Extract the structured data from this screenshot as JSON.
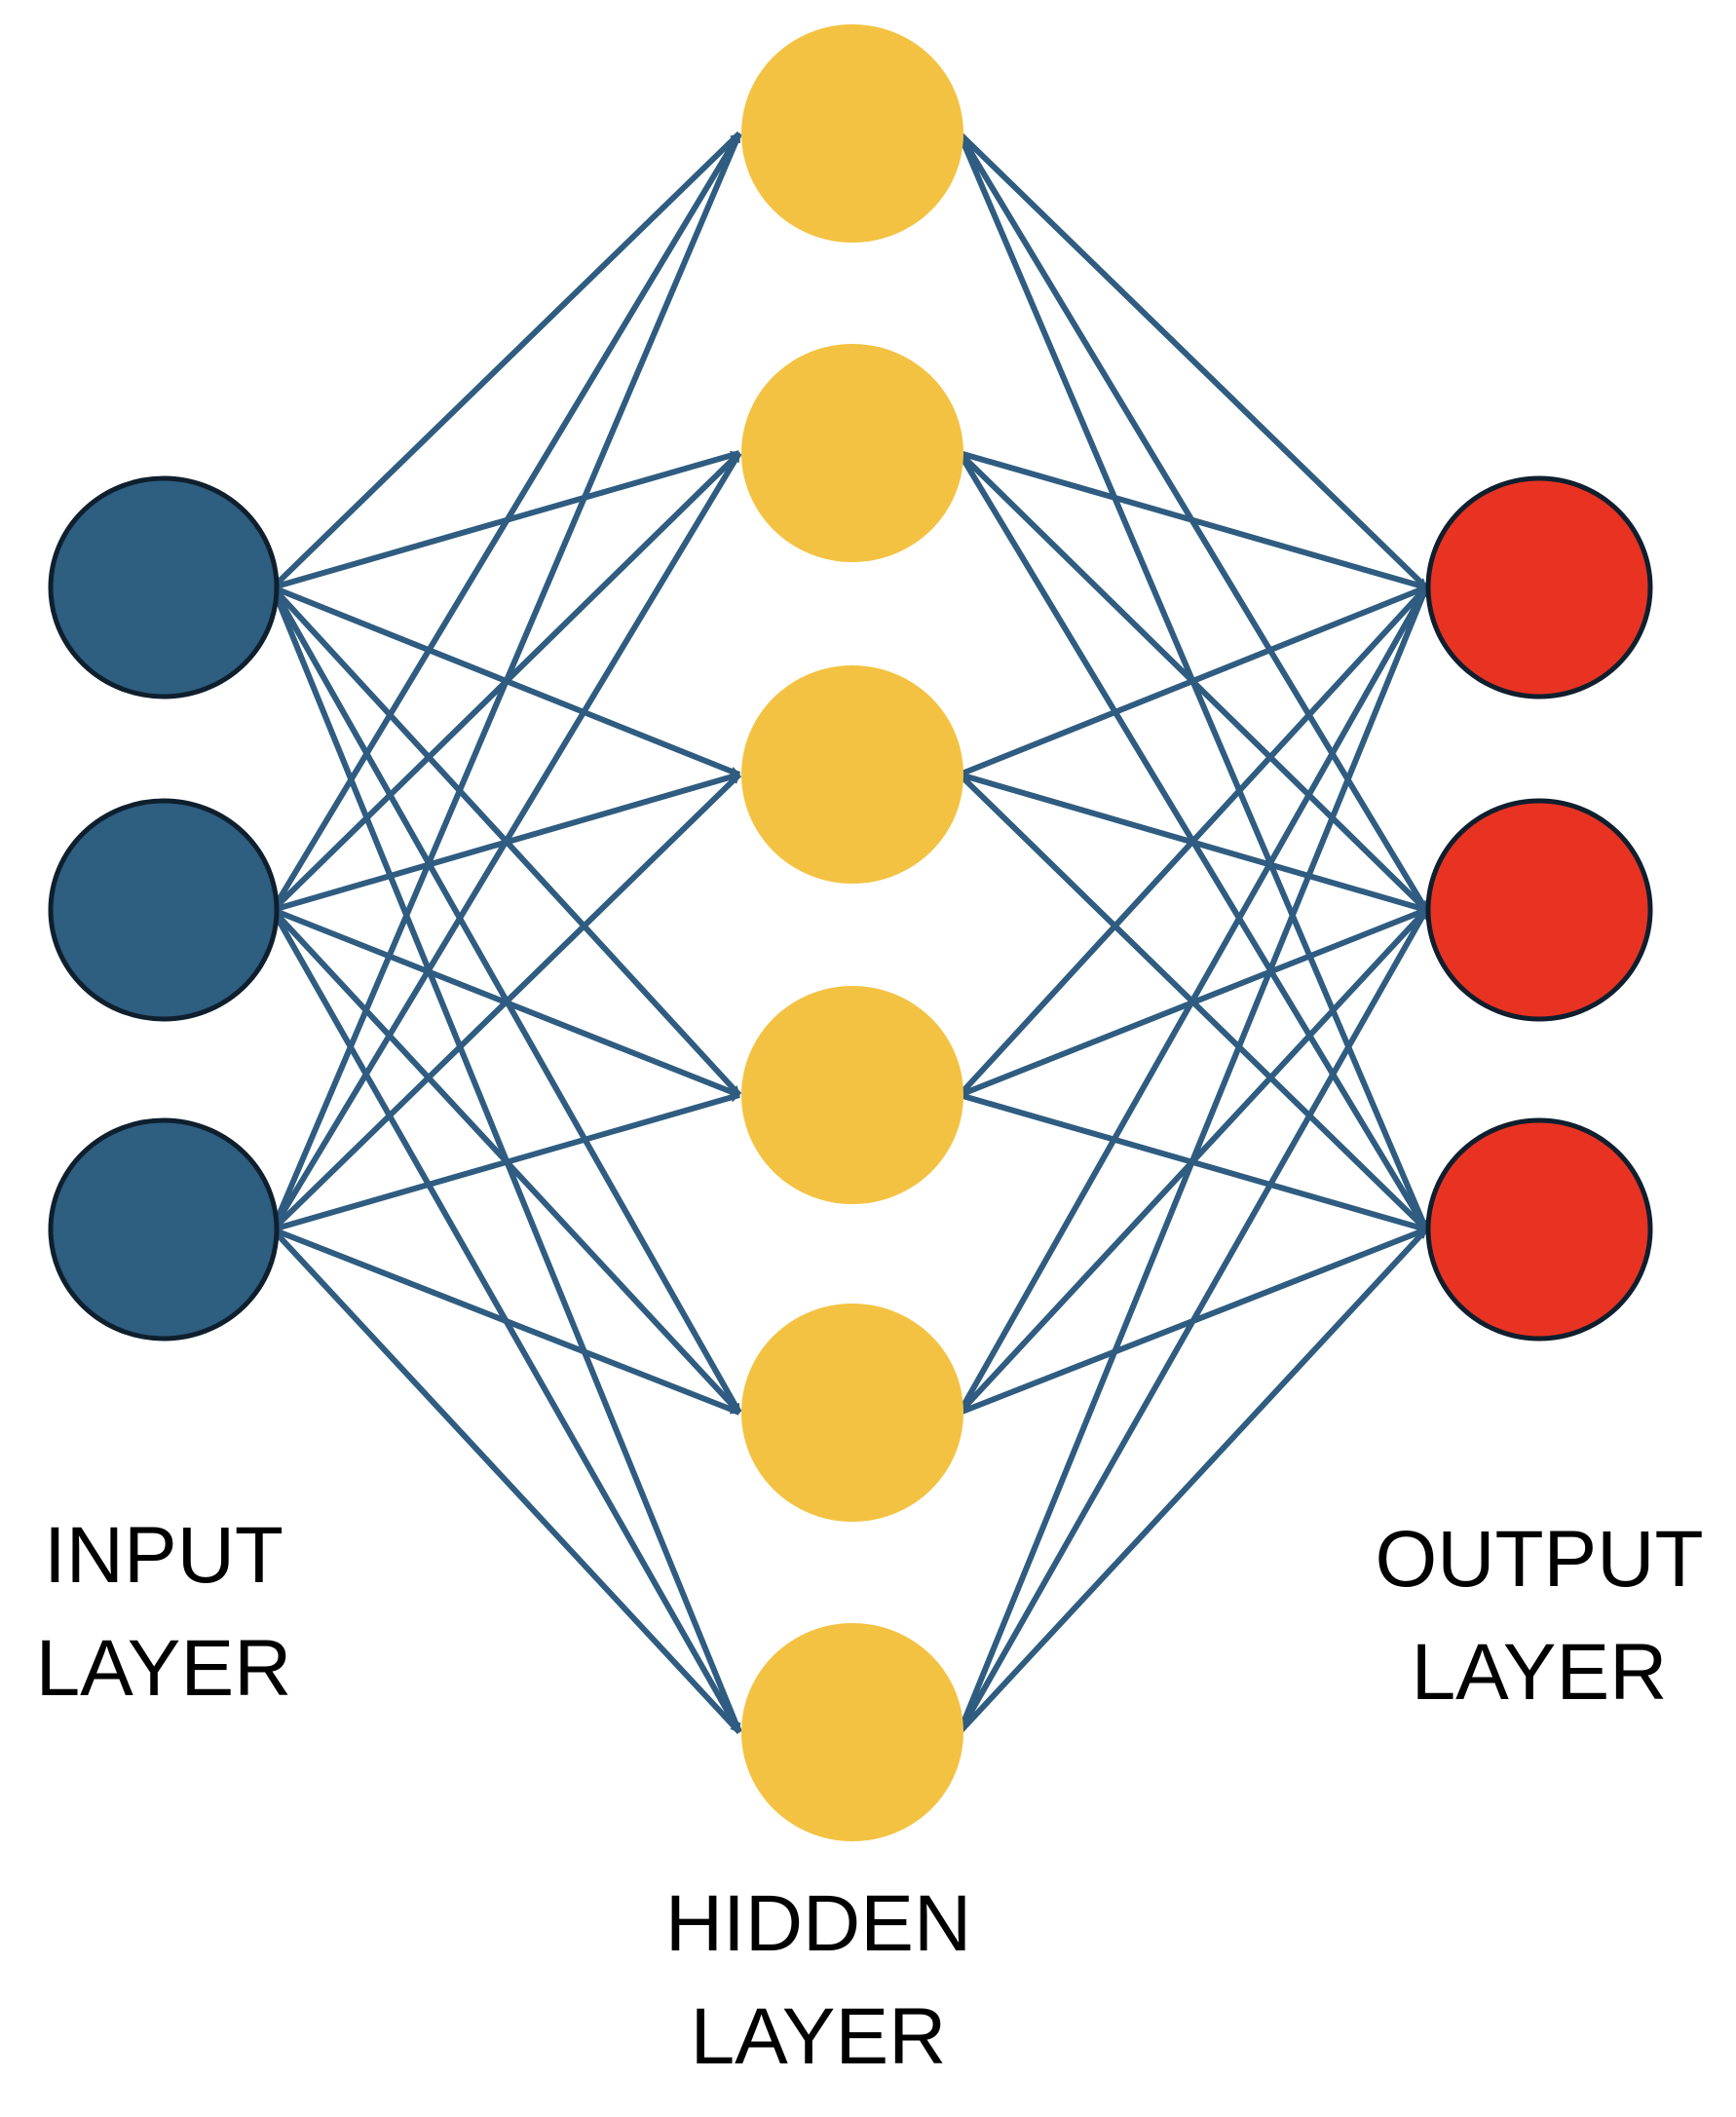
{
  "diagram": {
    "type": "neural-network",
    "colors": {
      "input_node": "#2e5e80",
      "hidden_node": "#f4c242",
      "output_node": "#e83323",
      "node_outline": "#0f1f2e",
      "connection": "#2f5c80",
      "label": "#000000"
    },
    "layers": [
      {
        "key": "input",
        "node_count": 3,
        "label_lines": [
          "INPUT",
          "LAYER"
        ]
      },
      {
        "key": "hidden",
        "node_count": 6,
        "label_lines": [
          "HIDDEN",
          "LAYER"
        ]
      },
      {
        "key": "output",
        "node_count": 3,
        "label_lines": [
          "OUTPUT",
          "LAYER"
        ]
      }
    ],
    "connections": "fully-connected",
    "arrowheads": true
  }
}
